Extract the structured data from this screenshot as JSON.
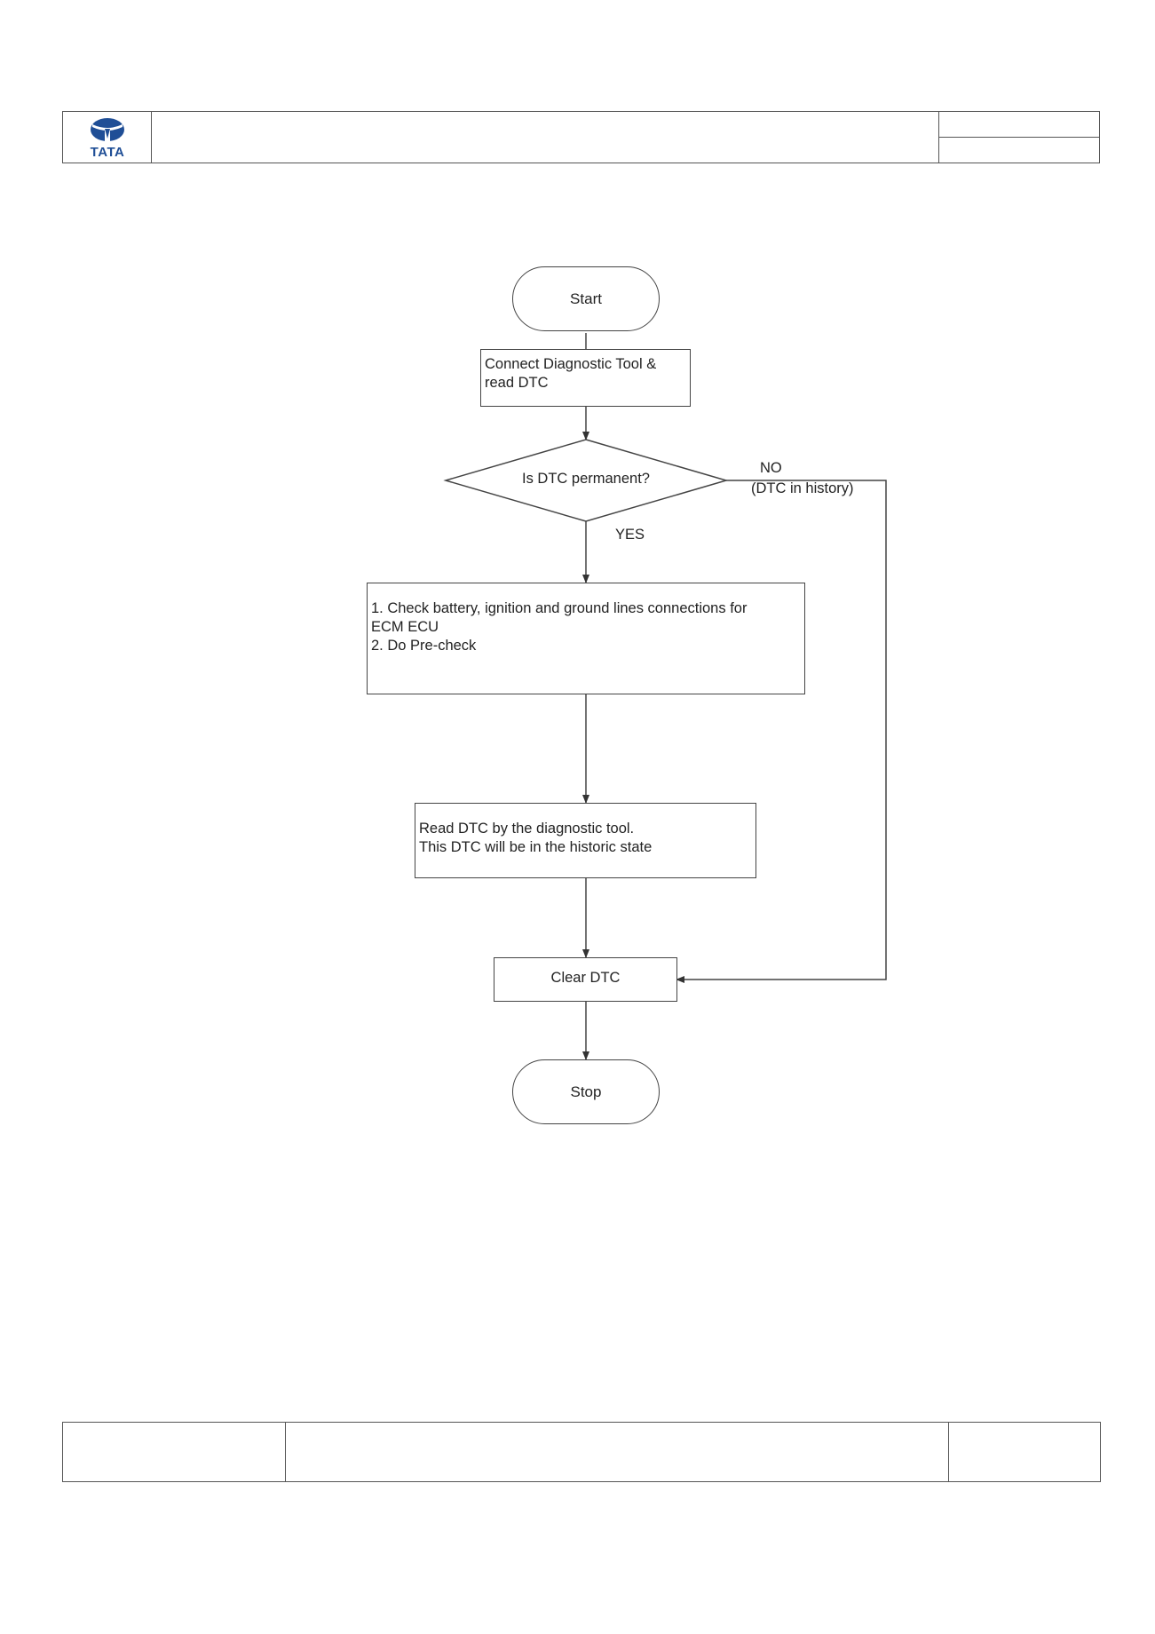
{
  "header": {
    "logo": {
      "text": "TATA",
      "icon": "tata-logo-icon",
      "color": "#1f4e96"
    }
  },
  "flowchart": {
    "start": "Start",
    "connect": "Connect Diagnostic Tool &\nread DTC",
    "decision": "Is DTC permanent?",
    "yes_label": "YES",
    "no_label": "NO",
    "no_sublabel": "(DTC in history)",
    "check": "1. Check  battery, ignition and ground lines connections  for\nECM ECU\n2. Do Pre-check",
    "read": "Read DTC by the diagnostic tool.\nThis DTC will be in the historic state",
    "clear": "Clear DTC",
    "stop": "Stop"
  }
}
